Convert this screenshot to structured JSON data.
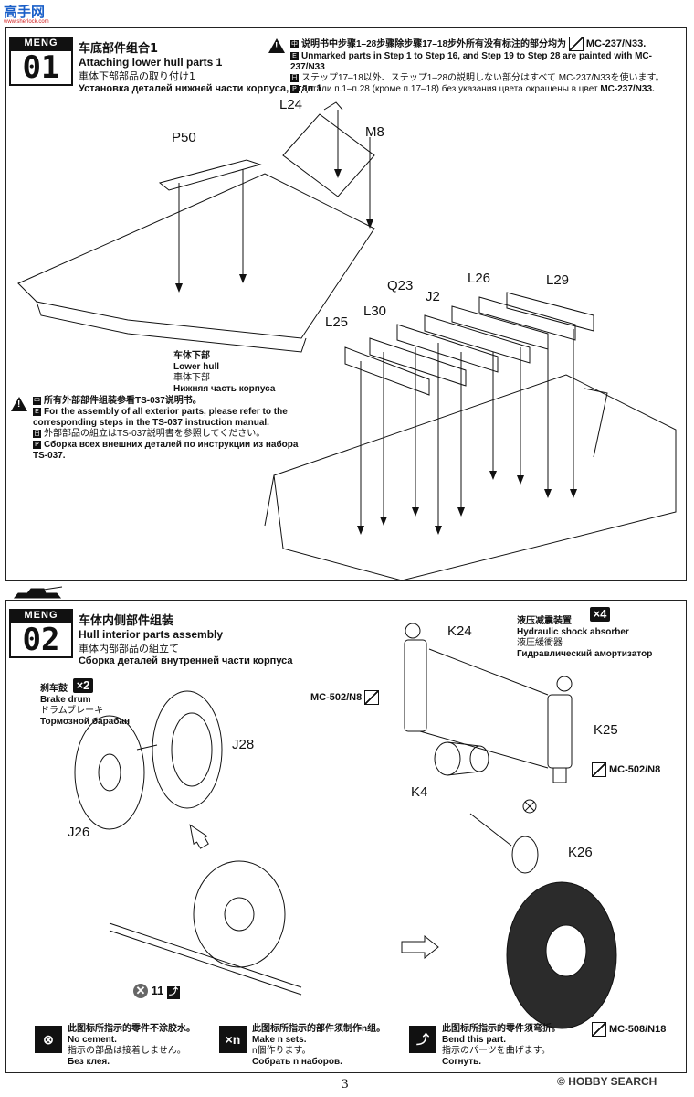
{
  "watermark": {
    "text": "高手网",
    "sub": "www.sherlock.com"
  },
  "step1": {
    "brand": "MENG",
    "number": "01",
    "title_zh": "车底部件组合1",
    "title_en": "Attaching lower hull parts 1",
    "title_ja": "車体下部部品の取り付け1",
    "title_ru": "Установка деталей нижней части корпуса, этап 1",
    "note_zh": "说明书中步骤1–28步骤除步骤17–18步外所有没有标注的部分均为",
    "note_en": "Unmarked parts in Step 1 to Step 16, and Step 19 to Step 28 are painted with",
    "note_ja": "ステップ17–18以外、ステップ1–28の説明しない部分はすべて",
    "note_ja_tail": "を使います。",
    "note_ru": "Детали п.1–п.28 (кроме п.17–18) без указания цвета окрашены в цвет",
    "paint_code": "MC-237/N33.",
    "paint_code_b": "MC-237/N33",
    "paint_code_c": "MC-237/N33",
    "paint_code_d": "MC-237/N33.",
    "parts": {
      "l24": "L24",
      "m8": "M8",
      "p50": "P50",
      "l26": "L26",
      "l29": "L29",
      "q23": "Q23",
      "j2": "J2",
      "l30": "L30",
      "l25": "L25"
    },
    "hull_zh": "车体下部",
    "hull_en": "Lower hull",
    "hull_ja": "車体下部",
    "hull_ru": "Нижняя часть корпуса",
    "ext_zh": "所有外部部件组装参看TS-037说明书。",
    "ext_en": "For the assembly of all exterior parts, please refer to the corresponding steps in the TS-037 instruction manual.",
    "ext_ja": "外部部品の組立はTS-037説明書を参照してください。",
    "ext_ru": "Сборка всех внешних деталей по инструкции из набора TS-037."
  },
  "step2": {
    "brand": "MENG",
    "number": "02",
    "title_zh": "车体内侧部件组装",
    "title_en": "Hull interior parts  assembly",
    "title_ja": "車体内部部品の組立て",
    "title_ru": "Сборка деталей внутренней части корпуса",
    "brake_zh": "刹车鼓",
    "brake_en": "Brake drum",
    "brake_ja": "ドラムブレーキ",
    "brake_ru": "Тормозной барабан",
    "brake_qty": "×2",
    "shock_zh": "液压减震装置",
    "shock_en": "Hydraulic shock absorber",
    "shock_ja": "液圧緩衝器",
    "shock_ru": "Гидравлический амортизатор",
    "shock_qty": "×4",
    "parts": {
      "j28": "J28",
      "j26": "J26",
      "k24": "K24",
      "k25": "K25",
      "k4": "K4",
      "k26": "K26"
    },
    "paint_a": "MC-502/N8",
    "paint_b": "MC-502/N8",
    "paint_c": "MC-508/N18",
    "x11": "11"
  },
  "legend": [
    {
      "icon": "⊗",
      "zh": "此图标所指示的零件不涂胶水。",
      "en": "No cement.",
      "ja": "指示の部品は接着しません。",
      "ru": "Без клея."
    },
    {
      "icon": "×n",
      "zh": "此图标所指示的部件须制作n组。",
      "en": "Make n sets.",
      "ja": "n個作ります。",
      "ru": "Собрать n наборов."
    },
    {
      "icon": "⤴",
      "zh": "此图标所指示的零件须弯折。",
      "en": "Bend this part.",
      "ja": "指示のパーツを曲げます。",
      "ru": "Согнуть."
    }
  ],
  "footer": {
    "page": "3",
    "logo": "HOBBY SEARCH",
    "copyright": "©"
  },
  "colors": {
    "ink": "#111111",
    "paper": "#ffffff",
    "watermark_blue": "#1a5fc8",
    "watermark_red": "#d21f1f",
    "tire": "#2b2b2b"
  }
}
